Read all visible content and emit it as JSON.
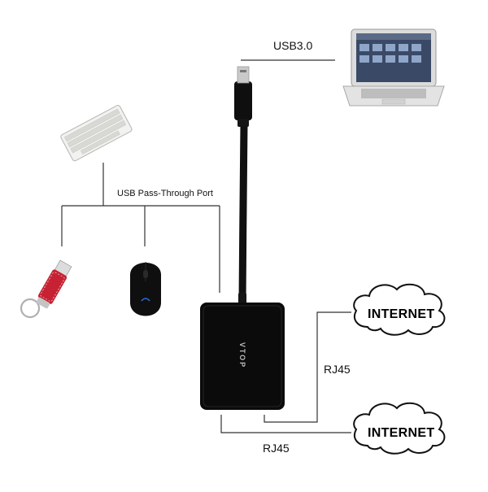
{
  "labels": {
    "usb30": "USB3.0",
    "passthrough": "USB Pass-Through Port",
    "rj45_right": "RJ45",
    "rj45_bottom": "RJ45",
    "internet_top": "INTERNET",
    "internet_bottom": "INTERNET",
    "brand": "VTOP"
  },
  "colors": {
    "adapter_body": "#0b0b0b",
    "cable": "#111111",
    "line": "#333333",
    "mouse_accent": "#2a6fd6",
    "flash_drive": "#c62233"
  },
  "icons": [
    "laptop-icon",
    "keyboard-icon",
    "flash-drive-icon",
    "mouse-icon",
    "cloud-icon"
  ]
}
